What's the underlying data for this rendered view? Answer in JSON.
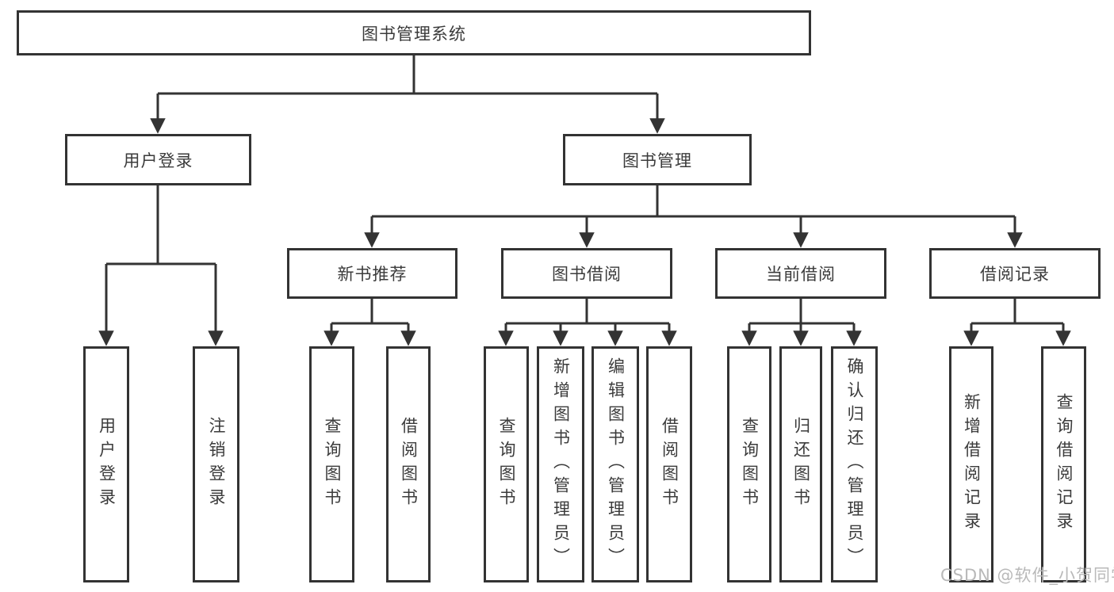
{
  "diagram": {
    "root": "图书管理系统",
    "branches": [
      {
        "label": "用户登录",
        "leaves": [
          "用户登录",
          "注销登录"
        ]
      },
      {
        "label": "图书管理",
        "groups": [
          {
            "label": "新书推荐",
            "leaves": [
              "查询图书",
              "借阅图书"
            ]
          },
          {
            "label": "图书借阅",
            "leaves": [
              "查询图书",
              "新增图书（管理员）",
              "编辑图书（管理员）",
              "借阅图书"
            ]
          },
          {
            "label": "当前借阅",
            "leaves": [
              "查询图书",
              "归还图书",
              "确认归还（管理员）"
            ]
          },
          {
            "label": "借阅记录",
            "leaves": [
              "新增借阅记录",
              "查询借阅记录"
            ]
          }
        ]
      }
    ]
  },
  "colors": {
    "line": "#333333",
    "text": "#3b3b3b",
    "box_background": "#ffffff",
    "watermark": "#b9b9b9"
  },
  "watermark": "CSDN @软件_小贺同学"
}
